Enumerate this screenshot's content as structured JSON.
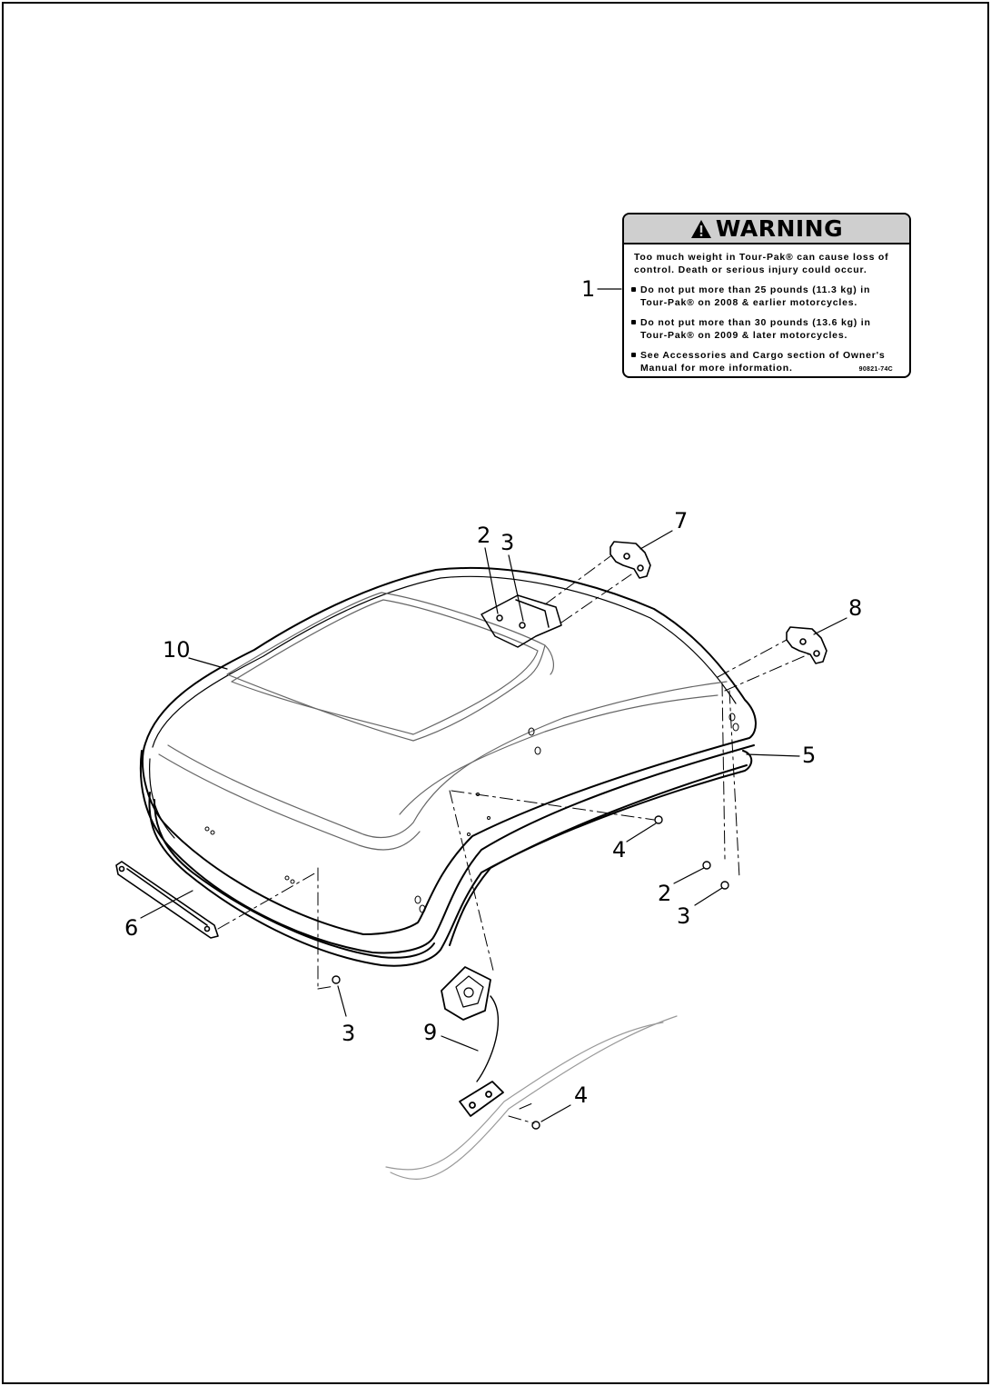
{
  "warning_label": {
    "icon": "warning-triangle-icon",
    "title": "WARNING",
    "intro": "Too much weight in Tour-Pak® can cause loss of control. Death or serious injury could occur.",
    "bullets": [
      "Do not put more than 25 pounds (11.3 kg) in Tour-Pak® on 2008 & earlier motorcycles.",
      "Do not put more than 30 pounds (13.6 kg) in Tour-Pak® on 2009 & later motorcycles.",
      "See Accessories and Cargo section of Owner's Manual for more information."
    ],
    "code": "90821-74C"
  },
  "callouts": {
    "c1": "1",
    "c2_top": "2",
    "c3_top": "3",
    "c7": "7",
    "c8": "8",
    "c10": "10",
    "c5": "5",
    "c4_mid": "4",
    "c2_right": "2",
    "c3_right": "3",
    "c6": "6",
    "c3_bottom": "3",
    "c9": "9",
    "c4_bottom": "4"
  }
}
